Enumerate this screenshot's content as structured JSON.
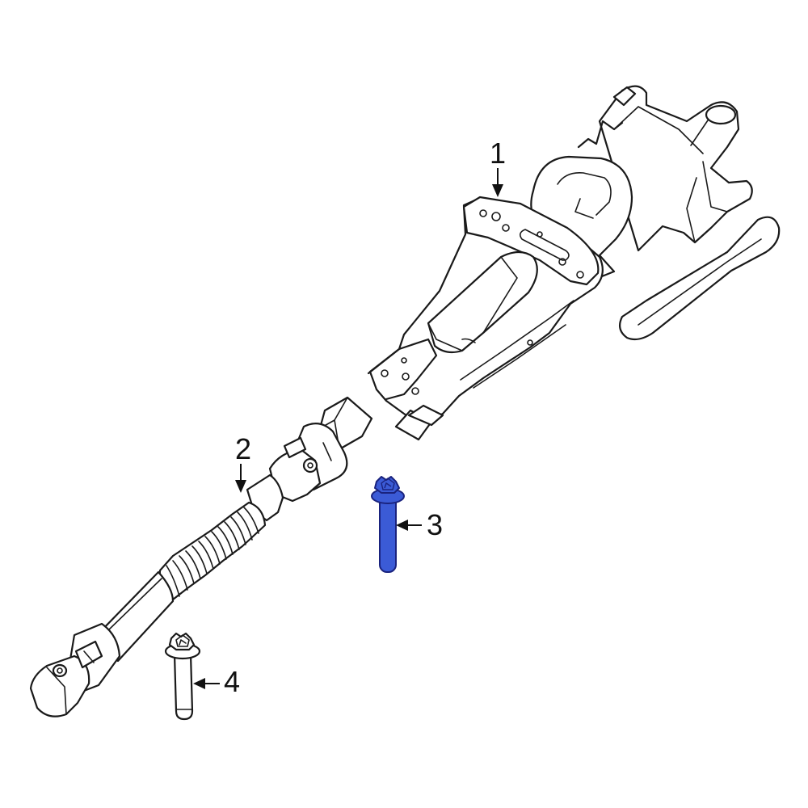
{
  "callouts": [
    {
      "id": "1",
      "label": "1",
      "highlighted": false
    },
    {
      "id": "2",
      "label": "2",
      "highlighted": false
    },
    {
      "id": "3",
      "label": "3",
      "highlighted": true
    },
    {
      "id": "4",
      "label": "4",
      "highlighted": false
    }
  ],
  "colors": {
    "highlight": "#3b5bd6",
    "highlight_outline": "#1a237e",
    "line": "#1a1a1a",
    "background": "#ffffff"
  }
}
